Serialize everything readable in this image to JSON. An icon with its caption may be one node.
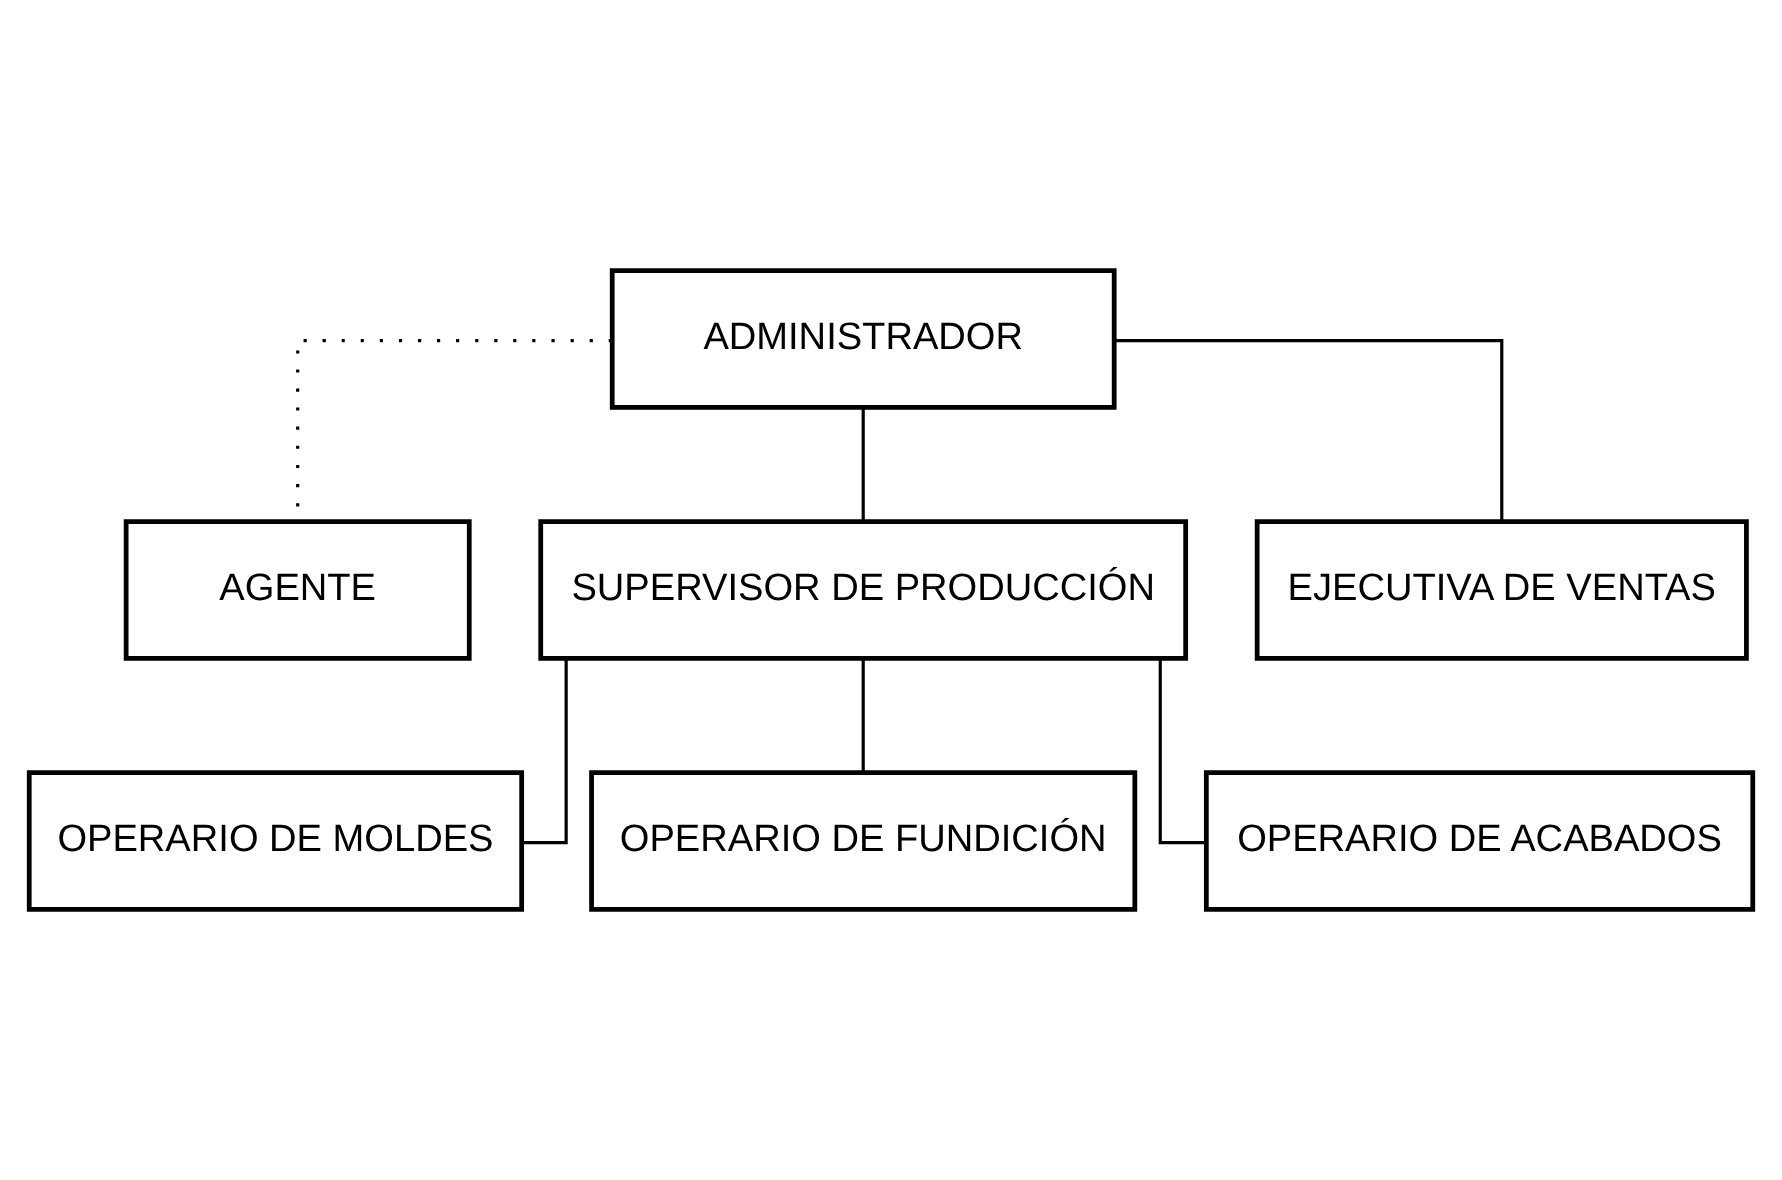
{
  "diagram": {
    "nodes": [
      {
        "text": [
          "ADMINISTRADOR"
        ]
      },
      {
        "text": [
          "AGENTE"
        ]
      },
      {
        "text": [
          "SUPERVISOR DE PRODUCCIÓN"
        ]
      },
      {
        "text": [
          "EJECUTIVA DE VENTAS"
        ]
      },
      {
        "text": [
          "OPERARIO DE MOLDES"
        ]
      },
      {
        "text": [
          "OPERARIO DE FUNDICIÓN"
        ]
      },
      {
        "text": [
          "OPERARIO DE ACABADOS"
        ]
      }
    ],
    "edges": [
      {
        "from": 0,
        "to": 1,
        "arrow": "none",
        "style": "dashed"
      },
      {
        "from": 0,
        "to": 2,
        "arrow": "none"
      },
      {
        "from": 0,
        "to": 3,
        "arrow": "none"
      },
      {
        "from": 2,
        "to": 4,
        "arrow": "none"
      },
      {
        "from": 2,
        "to": 5,
        "arrow": "none"
      },
      {
        "from": 2,
        "to": 6,
        "arrow": "none"
      }
    ]
  }
}
